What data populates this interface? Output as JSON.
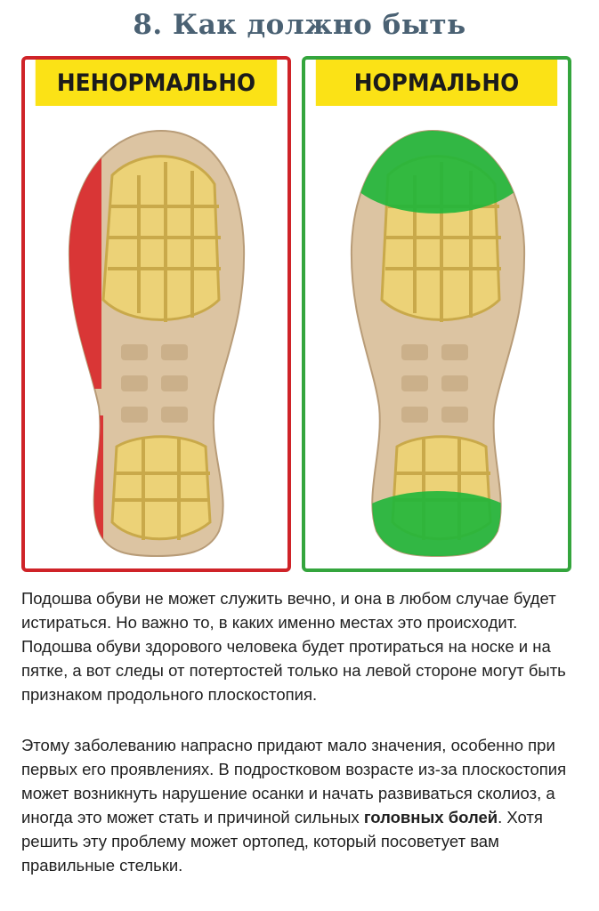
{
  "title": "8. Как должно быть",
  "panels": {
    "bad": {
      "label": "НЕНОРМАЛЬНО",
      "color": "#cf2328"
    },
    "good": {
      "label": "НОРМАЛЬНО",
      "color": "#34a53d"
    }
  },
  "colors": {
    "banner": "#fbe216",
    "sole": "#dcc4a2",
    "tread": "#e9cd6a"
  },
  "paragraph1": "Подошва обуви не может служить вечно, и она в любом случае будет истираться. Но важно то, в каких именно местах это происходит. Подошва обуви здорового человека будет протираться на носке и на пятке, а вот следы от потертостей только на левой стороне могут быть признаком продольного плоскостопия.",
  "paragraph2": {
    "before": "Этому заболеванию напрасно придают мало значения, особенно при первых его проявлениях. В подростковом возрасте из-за плоскостопия может возникнуть нарушение осанки и начать развиваться сколиоз, а иногда это может стать и причиной сильных ",
    "bold": "головных болей",
    "after": ". Хотя решить эту проблему может ортопед, который посоветует вам правильные стельки."
  }
}
